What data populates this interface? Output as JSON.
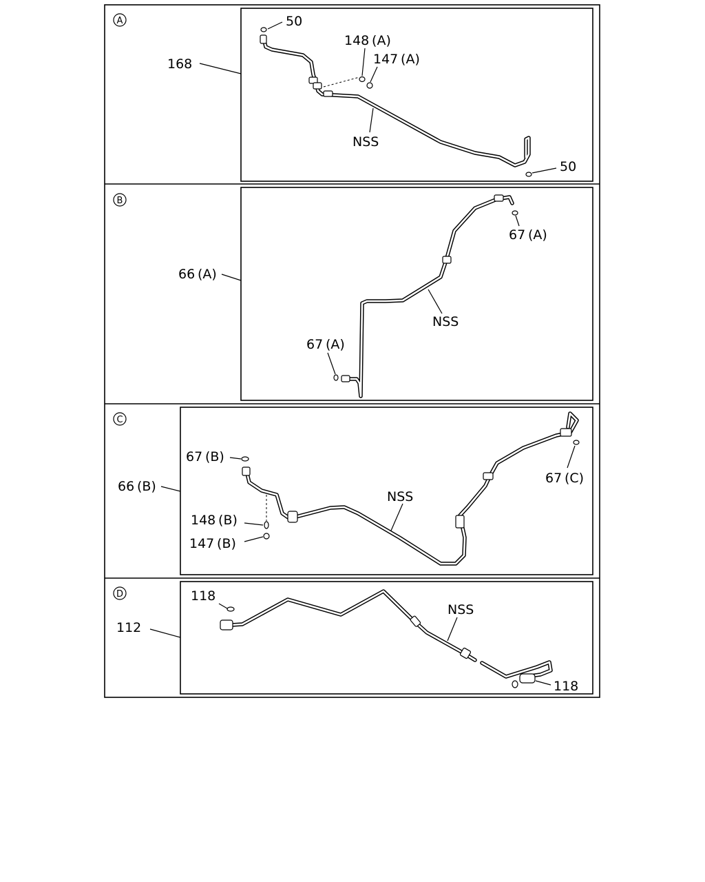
{
  "sections": [
    {
      "id": "A",
      "main_label": "168",
      "callouts": [
        "50",
        "148 (A)",
        "147 (A)",
        "NSS",
        "50"
      ]
    },
    {
      "id": "B",
      "main_label": "66 (A)",
      "callouts": [
        "67 (A)",
        "NSS",
        "67 (A)"
      ]
    },
    {
      "id": "C",
      "main_label": "66 (B)",
      "callouts": [
        "67 (B)",
        "148 (B)",
        "147 (B)",
        "NSS",
        "67 (C)"
      ]
    },
    {
      "id": "D",
      "main_label": "112",
      "callouts": [
        "118",
        "NSS",
        "118"
      ]
    }
  ]
}
